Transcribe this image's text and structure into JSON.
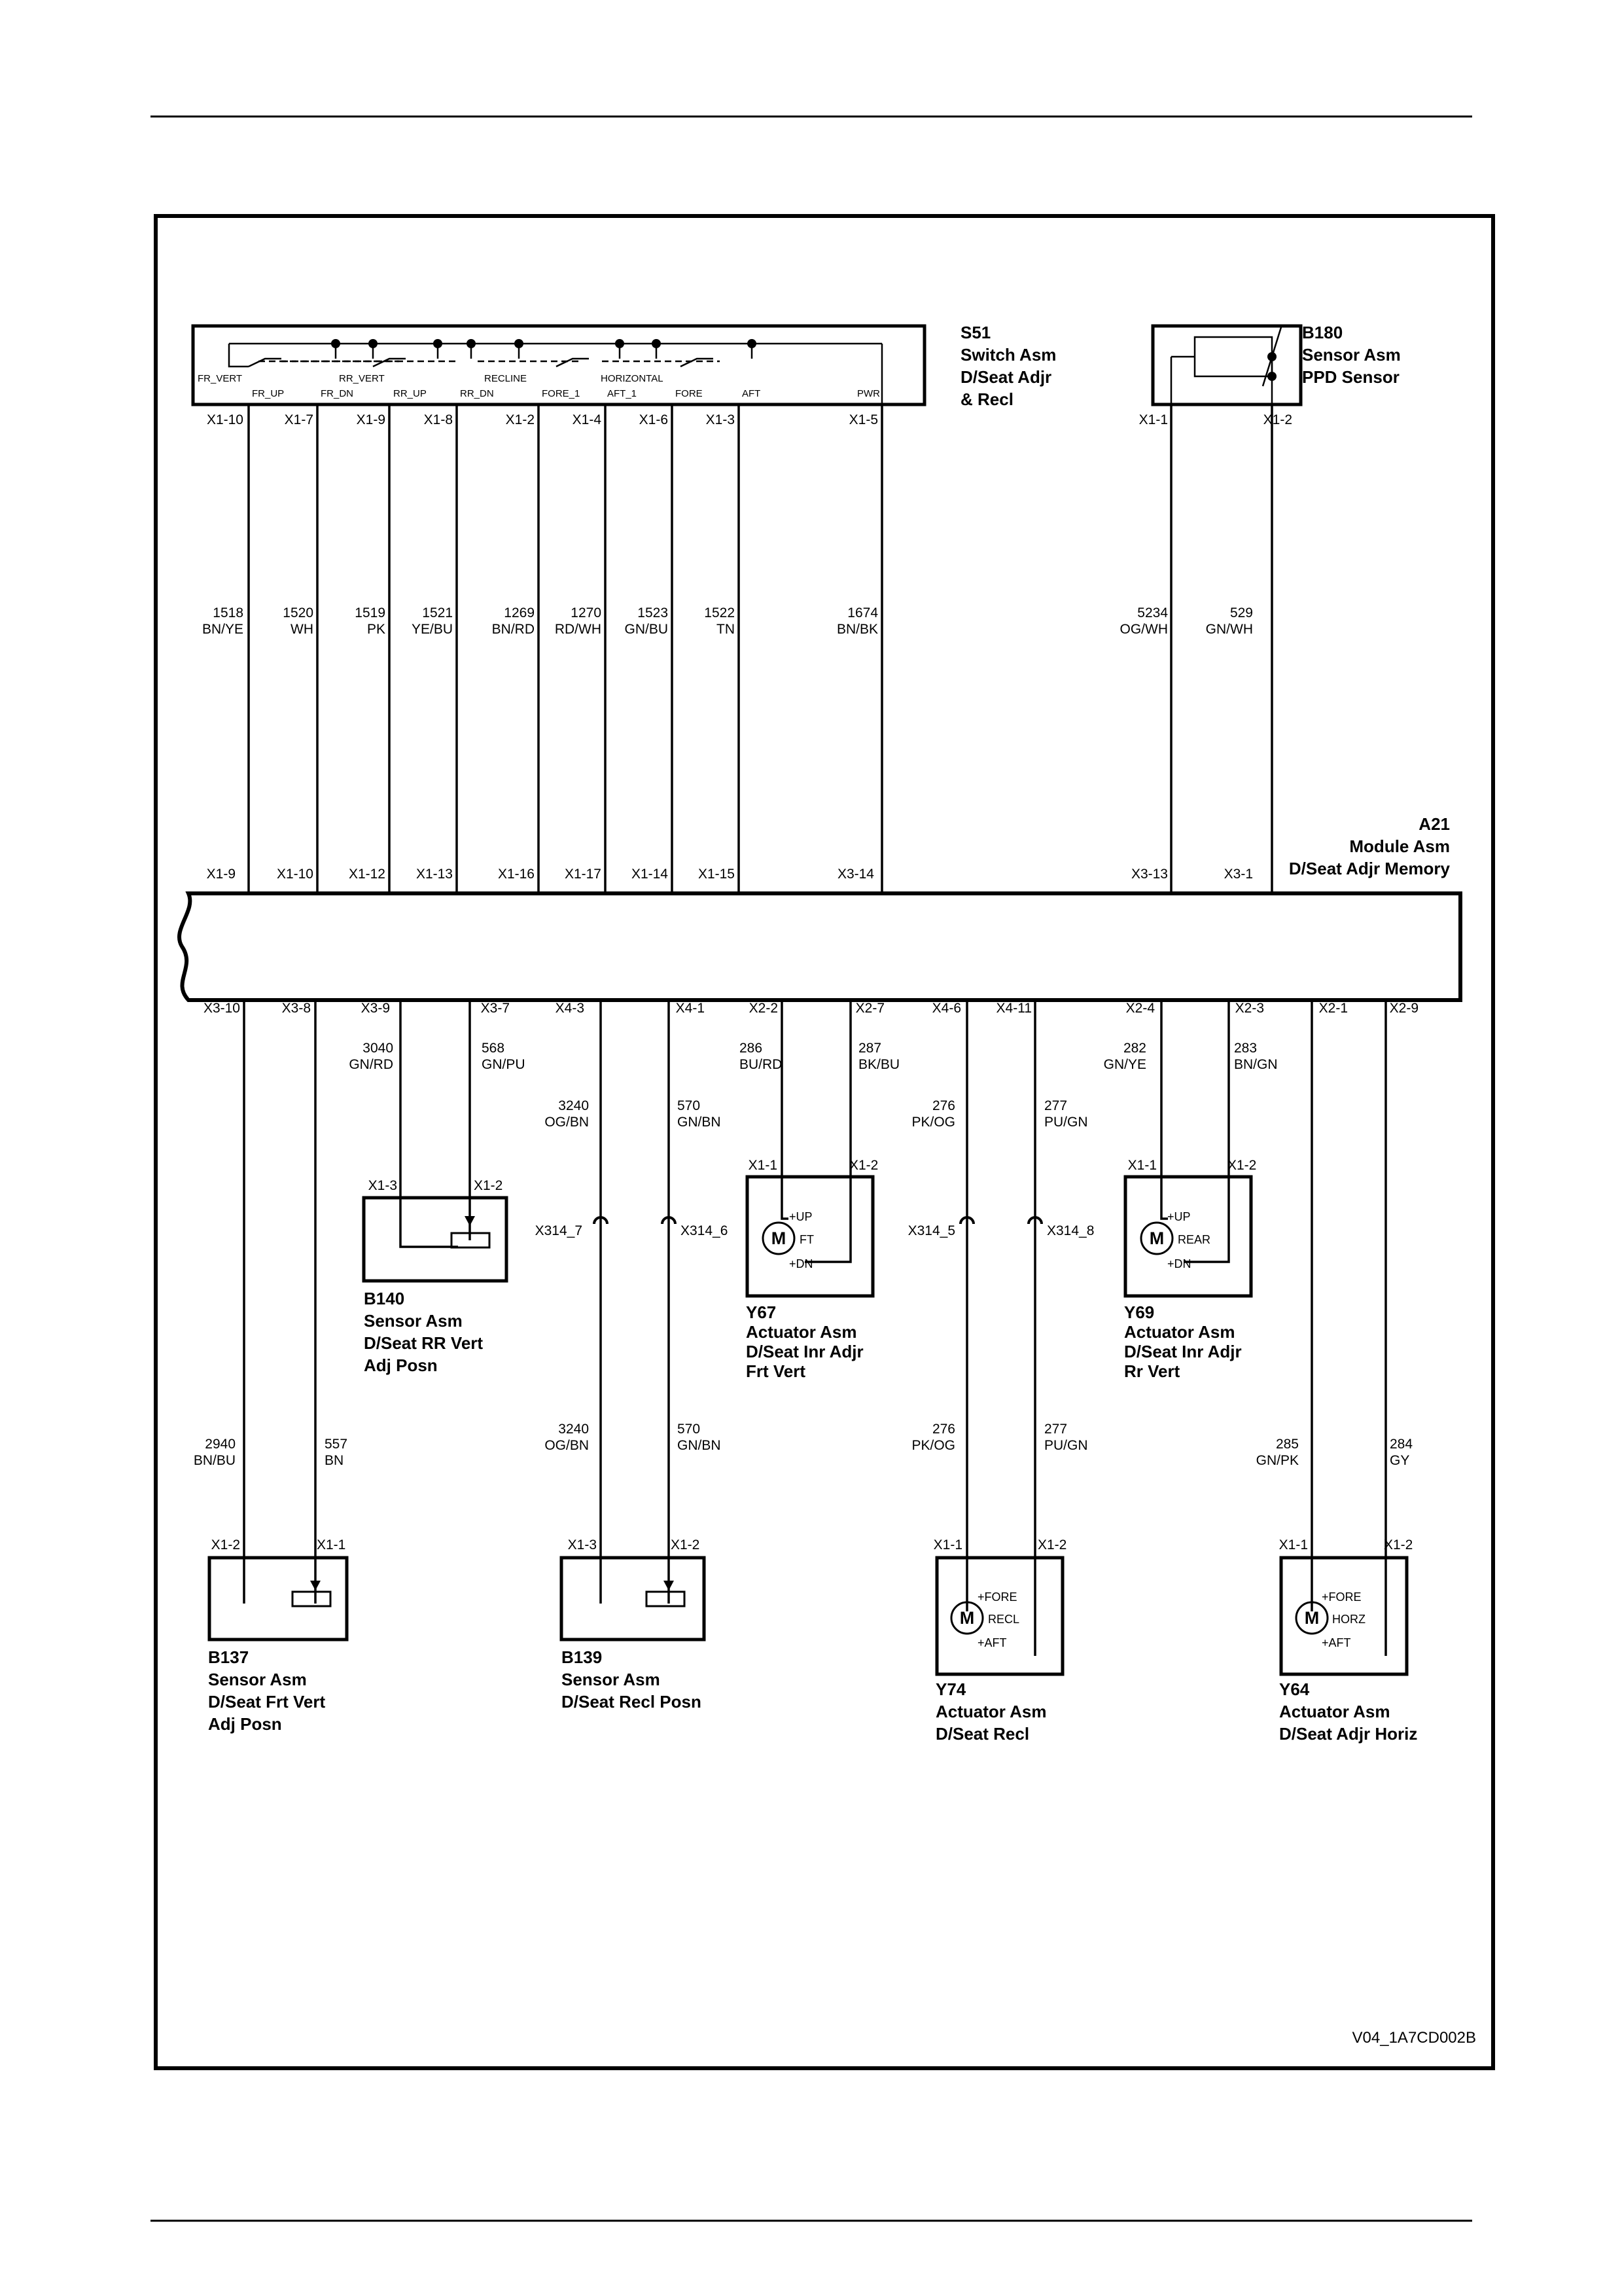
{
  "diagram_id": "V04_1A7CD002B",
  "components": {
    "s51": [
      "S51",
      "Switch Asm",
      "D/Seat Adjr",
      "& Recl"
    ],
    "b180": [
      "B180",
      "Sensor Asm",
      "PPD Sensor"
    ],
    "a21": [
      "A21",
      "Module Asm",
      "D/Seat Adjr Memory"
    ],
    "b140": [
      "B140",
      "Sensor Asm",
      "D/Seat RR Vert",
      "Adj Posn"
    ],
    "y67": [
      "Y67",
      "Actuator Asm",
      "D/Seat Inr Adjr",
      "Frt Vert"
    ],
    "y69": [
      "Y69",
      "Actuator Asm",
      "D/Seat Inr Adjr",
      "Rr Vert"
    ],
    "b137": [
      "B137",
      "Sensor Asm",
      "D/Seat Frt Vert",
      "Adj Posn"
    ],
    "b139": [
      "B139",
      "Sensor Asm",
      "D/Seat Recl Posn"
    ],
    "y74": [
      "Y74",
      "Actuator Asm",
      "D/Seat Recl"
    ],
    "y64": [
      "Y64",
      "Actuator Asm",
      "D/Seat Adjr Horiz"
    ]
  },
  "switch_labels": [
    "FR_VERT",
    "FR_UP",
    "FR_DN",
    "RR_VERT",
    "RR_UP",
    "RR_DN",
    "RECLINE",
    "FORE_1",
    "AFT_1",
    "HORIZONTAL",
    "FORE",
    "AFT",
    "PWR"
  ],
  "s51_pins": [
    "X1-10",
    "X1-7",
    "X1-9",
    "X1-8",
    "X1-2",
    "X1-4",
    "X1-6",
    "X1-3",
    "X1-5"
  ],
  "b180_pins": [
    "X1-1",
    "X1-2"
  ],
  "upper_wires": [
    {
      "num": "1518",
      "color": "BN/YE"
    },
    {
      "num": "1520",
      "color": "WH"
    },
    {
      "num": "1519",
      "color": "PK"
    },
    {
      "num": "1521",
      "color": "YE/BU"
    },
    {
      "num": "1269",
      "color": "BN/RD"
    },
    {
      "num": "1270",
      "color": "RD/WH"
    },
    {
      "num": "1523",
      "color": "GN/BU"
    },
    {
      "num": "1522",
      "color": "TN"
    },
    {
      "num": "1674",
      "color": "BN/BK"
    },
    {
      "num": "5234",
      "color": "OG/WH"
    },
    {
      "num": "529",
      "color": "GN/WH"
    }
  ],
  "a21_top_pins": [
    "X1-9",
    "X1-10",
    "X1-12",
    "X1-13",
    "X1-16",
    "X1-17",
    "X1-14",
    "X1-15",
    "X3-14",
    "X3-13",
    "X3-1"
  ],
  "a21_bottom_pins": [
    "X3-10",
    "X3-8",
    "X3-9",
    "X3-7",
    "X4-3",
    "X4-1",
    "X2-2",
    "X2-7",
    "X4-6",
    "X4-11",
    "X2-4",
    "X2-3",
    "X2-1",
    "X2-9"
  ],
  "lower_wires_1": [
    {
      "num": "3040",
      "color": "GN/RD"
    },
    {
      "num": "568",
      "color": "GN/PU"
    },
    {
      "num": "286",
      "color": "BU/RD"
    },
    {
      "num": "287",
      "color": "BK/BU"
    },
    {
      "num": "282",
      "color": "GN/YE"
    },
    {
      "num": "283",
      "color": "BN/GN"
    }
  ],
  "lower_wires_2": [
    {
      "num": "3240",
      "color": "OG/BN"
    },
    {
      "num": "570",
      "color": "GN/BN"
    },
    {
      "num": "276",
      "color": "PK/OG"
    },
    {
      "num": "277",
      "color": "PU/GN"
    }
  ],
  "lower_wires_3": [
    {
      "num": "2940",
      "color": "BN/BU"
    },
    {
      "num": "557",
      "color": "BN"
    },
    {
      "num": "3240",
      "color": "OG/BN"
    },
    {
      "num": "570",
      "color": "GN/BN"
    },
    {
      "num": "276",
      "color": "PK/OG"
    },
    {
      "num": "277",
      "color": "PU/GN"
    },
    {
      "num": "285",
      "color": "GN/PK"
    },
    {
      "num": "284",
      "color": "GY"
    }
  ],
  "splices": [
    "X314_7",
    "X314_6",
    "X314_5",
    "X314_8"
  ],
  "device_pins": {
    "b140": [
      "X1-3",
      "X1-2"
    ],
    "y67": [
      "X1-1",
      "X1-2"
    ],
    "y69": [
      "X1-1",
      "X1-2"
    ],
    "b137": [
      "X1-2",
      "X1-1"
    ],
    "b139": [
      "X1-3",
      "X1-2"
    ],
    "y74": [
      "X1-1",
      "X1-2"
    ],
    "y64": [
      "X1-1",
      "X1-2"
    ]
  },
  "motor": {
    "symbol": "M",
    "y67": [
      "+UP",
      "FT",
      "+DN"
    ],
    "y69": [
      "+UP",
      "REAR",
      "+DN"
    ],
    "y74": [
      "+FORE",
      "RECL",
      "+AFT"
    ],
    "y64": [
      "+FORE",
      "HORZ",
      "+AFT"
    ]
  }
}
